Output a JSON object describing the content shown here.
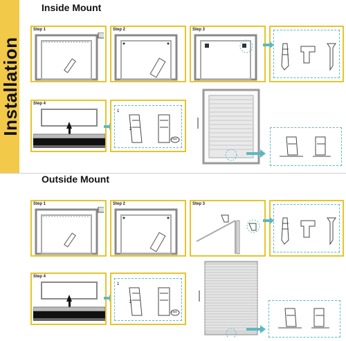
{
  "sidebar": {
    "label": "Installation"
  },
  "sections": {
    "inside": {
      "title": "Inside Mount",
      "step1": "Step 1",
      "step2": "Step 2",
      "step3": "Step 3",
      "step4": "Step 4"
    },
    "outside": {
      "title": "Outside Mount",
      "step1": "Step 1",
      "step2": "Step 2",
      "step3": "Step 3",
      "step4": "Step 4"
    }
  },
  "bracket_callout": {
    "arrow_label": "1",
    "turn_label": "2",
    "click_label": "Click"
  },
  "colors": {
    "accent": "#f3c94a",
    "panel_border": "#e8c32a",
    "callout_arrow": "#5bb8c2"
  }
}
